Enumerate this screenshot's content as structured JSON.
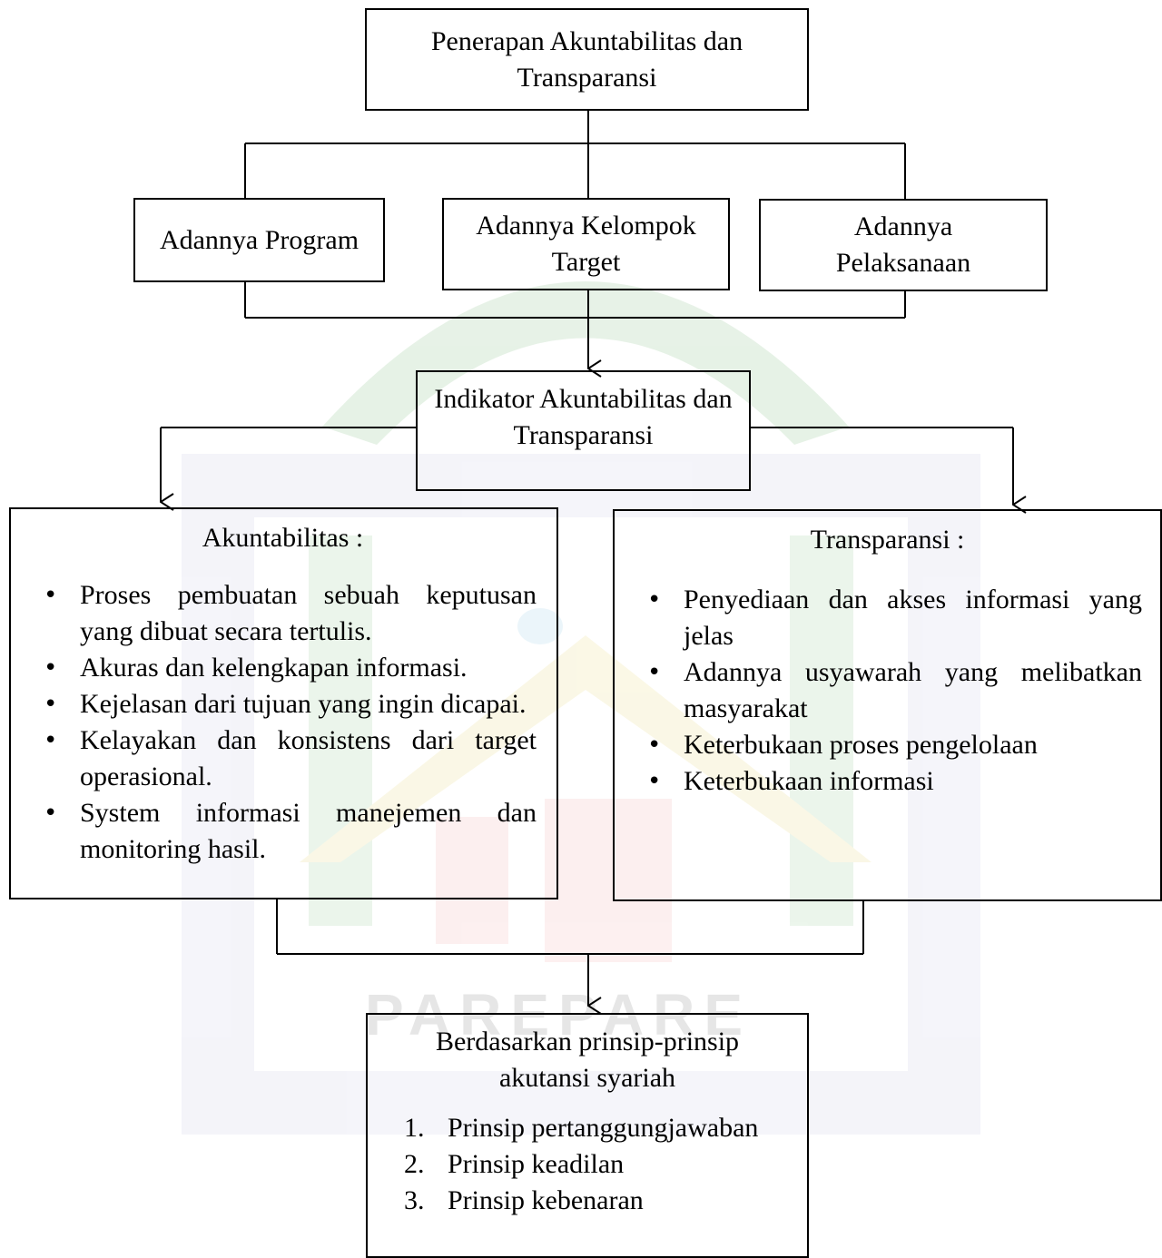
{
  "diagram": {
    "top": {
      "label": "Penerapan Akuntabilitas dan Transparansi"
    },
    "row2": [
      {
        "label": "Adannya Program"
      },
      {
        "label": "Adannya Kelompok Target"
      },
      {
        "label": "Adannya Pelaksanaan"
      }
    ],
    "indicator": {
      "label": "Indikator Akuntabilitas dan Transparansi"
    },
    "akuntabilitas": {
      "heading": "Akuntabilitas :",
      "items": [
        "Proses pembuatan sebuah keputusan yang dibuat secara tertulis.",
        "Akuras dan kelengkapan informasi.",
        "Kejelasan dari tujuan yang ingin dicapai.",
        "Kelayakan dan konsistens dari target operasional.",
        "System informasi manejemen dan monitoring hasil."
      ]
    },
    "transparansi": {
      "heading": "Transparansi :",
      "items": [
        "Penyediaan dan akses informasi yang jelas",
        "Adannya usyawarah yang melibatkan masyarakat",
        "Keterbukaan proses pengelolaan",
        "Keterbukaan informasi"
      ]
    },
    "prinsip": {
      "heading": "Berdasarkan prinsip-prinsip akutansi syariah",
      "items": [
        {
          "num": "1.",
          "text": "Prinsip pertanggungjawaban"
        },
        {
          "num": "2.",
          "text": "Prinsip keadilan"
        },
        {
          "num": "3.",
          "text": "Prinsip kebenaran"
        }
      ]
    }
  },
  "watermark": {
    "text": "PAREPARE"
  }
}
